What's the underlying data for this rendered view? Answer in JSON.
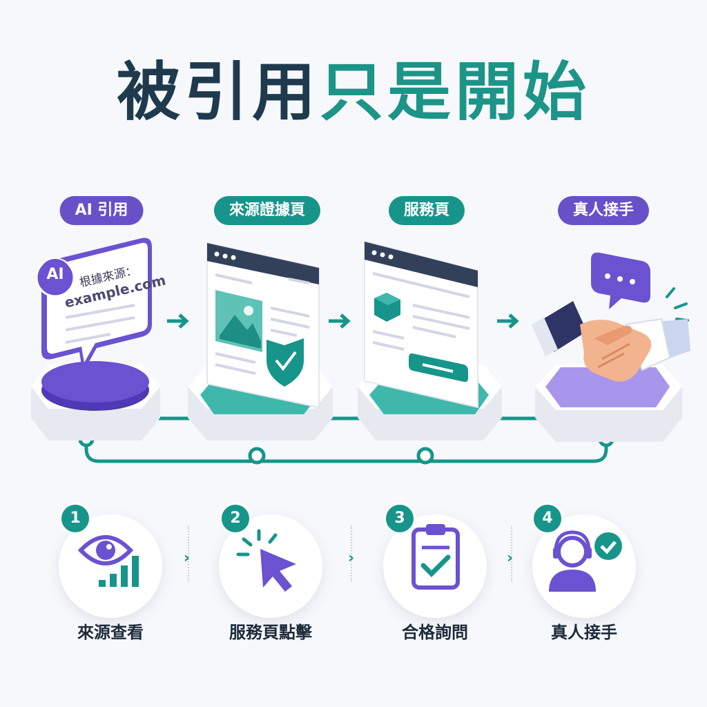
{
  "title": {
    "part1": "被引用",
    "part2": "只是開始"
  },
  "stages": [
    {
      "label": "AI 引用",
      "color": "purple"
    },
    {
      "label": "來源證據頁",
      "color": "teal"
    },
    {
      "label": "服務頁",
      "color": "teal"
    },
    {
      "label": "真人接手",
      "color": "purple"
    }
  ],
  "ai_bubble": {
    "badge": "AI",
    "line1": "根據來源：",
    "line2": "example.com"
  },
  "steps": [
    {
      "num": "1",
      "label": "來源查看",
      "icon": "eye-chart-icon"
    },
    {
      "num": "2",
      "label": "服務頁點擊",
      "icon": "cursor-click-icon"
    },
    {
      "num": "3",
      "label": "合格詢問",
      "icon": "clipboard-check-icon"
    },
    {
      "num": "4",
      "label": "真人接手",
      "icon": "agent-check-icon"
    }
  ],
  "colors": {
    "purple": "#6750c8",
    "teal": "#17958a",
    "navy": "#1f3a4d"
  }
}
